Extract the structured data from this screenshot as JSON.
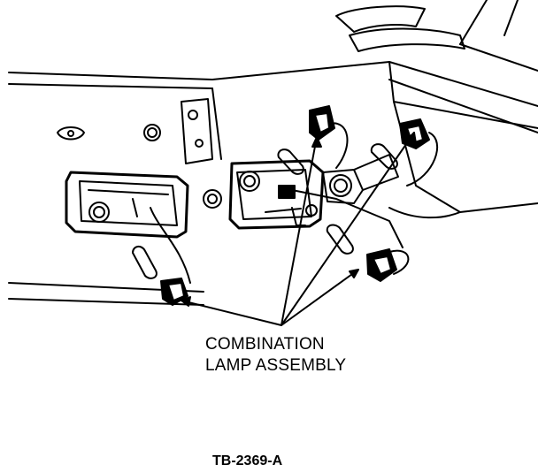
{
  "callout": {
    "line1": "COMBINATION",
    "line2": "LAMP ASSEMBLY"
  },
  "figure_id": "TB-2369-A",
  "colors": {
    "ink": "#000000",
    "paper": "#ffffff"
  }
}
